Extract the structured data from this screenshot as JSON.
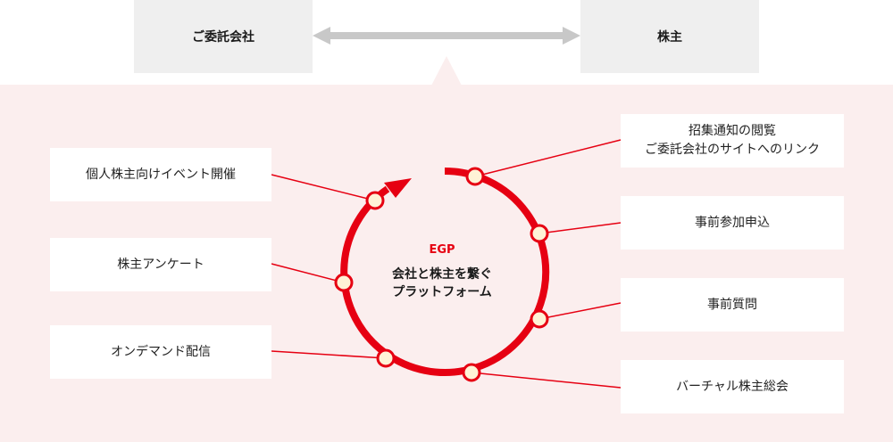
{
  "top": {
    "company": "ご委託会社",
    "shareholder": "株主"
  },
  "center": {
    "name": "EGP",
    "description_line1": "会社と株主を繋ぐ",
    "description_line2": "プラットフォーム"
  },
  "left_features": [
    "個人株主向けイベント開催",
    "株主アンケート",
    "オンデマンド配信"
  ],
  "right_features": [
    {
      "line1": "招集通知の閲覧",
      "line2": "ご委託会社のサイトへのリンク"
    },
    {
      "line1": "事前参加申込"
    },
    {
      "line1": "事前質問"
    },
    {
      "line1": "バーチャル株主総会"
    }
  ],
  "colors": {
    "accent_red": "#e60012",
    "node_fill": "#fff3d6",
    "top_box_gray": "#efefef",
    "arrow_gray": "#c8c8c8",
    "pink_background": "#fbeeee"
  }
}
